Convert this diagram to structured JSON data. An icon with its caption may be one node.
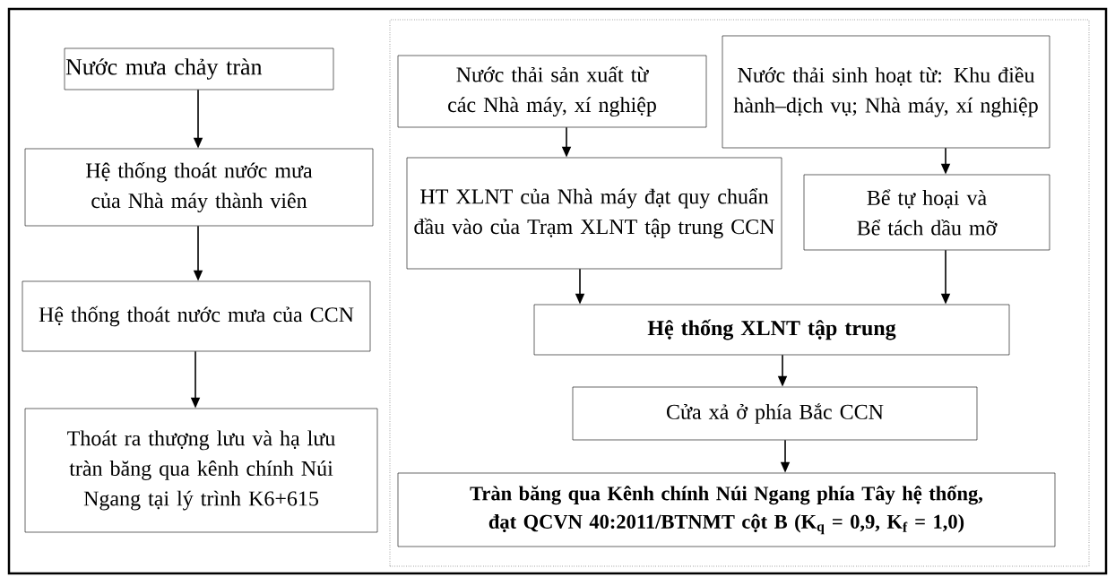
{
  "diagram": {
    "nodes": [
      {
        "text": [
          "Nước mưa chảy tràn"
        ]
      },
      {
        "text": [
          "Hệ thống thoát nước mưa của Nhà máy thành viên"
        ]
      },
      {
        "text": [
          "Hệ thống thoát nước mưa của CCN"
        ]
      },
      {
        "text": [
          "Thoát ra thượng lưu và hạ lưu tràn băng qua kênh chính Núi Ngang tại lý trình K6+615"
        ]
      },
      {
        "text": [],
        "shape": "box"
      },
      {
        "text": [
          "Nước thải sản xuất từ các Nhà máy, xí nghiệp"
        ],
        "in": 4
      },
      {
        "text": [
          "Nước thải sinh hoạt từ: Khu điều hành–dịch vụ; Nhà máy, xí nghiệp"
        ],
        "in": 4
      },
      {
        "text": [
          "HT XLNT của Nhà máy đạt quy chuẩn đầu vào của Trạm XLNT tập trung CCN"
        ],
        "in": 4
      },
      {
        "text": [
          "Bể tự hoại và Bể tách dầu mỡ"
        ],
        "in": 4
      },
      {
        "text": [
          "Hệ thống XLNT tập trung"
        ],
        "in": 4
      },
      {
        "text": [
          "Cửa xả ở phía Bắc CCN"
        ],
        "in": 4
      },
      {
        "text": [
          "Tràn băng qua Kênh chính Núi Ngang phía Tây hệ thống, đạt QCVN 40:2011/BTNMT cột B (K$_{q}$ = 0,9, K$_{f}$ = 1,0)"
        ],
        "in": 4
      }
    ],
    "edges": [
      {
        "from": 0,
        "to": 1,
        "arrow": "to"
      },
      {
        "from": 1,
        "to": 2,
        "arrow": "to"
      },
      {
        "from": 2,
        "to": 3,
        "arrow": "to"
      },
      {
        "from": 5,
        "to": 7,
        "arrow": "to"
      },
      {
        "from": 6,
        "to": 8,
        "arrow": "to"
      },
      {
        "from": 7,
        "to": 9,
        "arrow": "to"
      },
      {
        "from": 8,
        "to": 9,
        "arrow": "to"
      },
      {
        "from": 9,
        "to": 10,
        "arrow": "to"
      },
      {
        "from": 10,
        "to": 11,
        "arrow": "to"
      }
    ]
  }
}
